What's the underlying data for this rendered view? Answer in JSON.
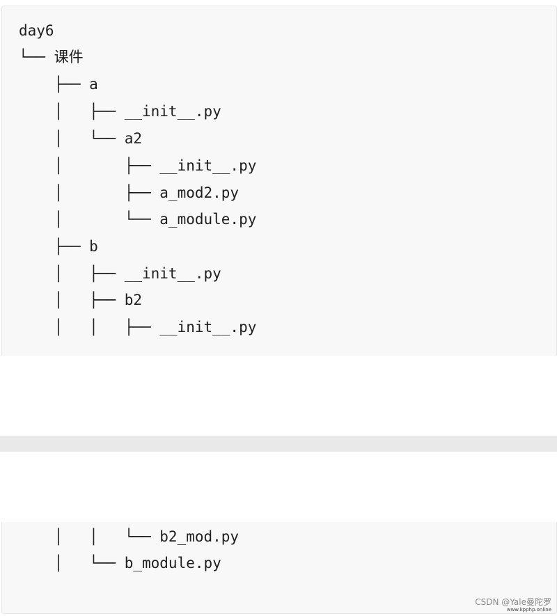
{
  "tree_top": [
    "day6",
    "└── 课件",
    "    ├── a",
    "    │   ├── __init__.py",
    "    │   └── a2",
    "    │       ├── __init__.py",
    "    │       ├── a_mod2.py",
    "    │       └── a_module.py",
    "    ├── b",
    "    │   ├── __init__.py",
    "    │   ├── b2",
    "    │   │   ├── __init__.py"
  ],
  "tree_bottom": [
    "    │   │   └── b2_mod.py",
    "    │   └── b_module.py"
  ],
  "watermark": {
    "text": "CSDN @Yale曼陀罗",
    "subtext": "www.kpphp.online"
  }
}
